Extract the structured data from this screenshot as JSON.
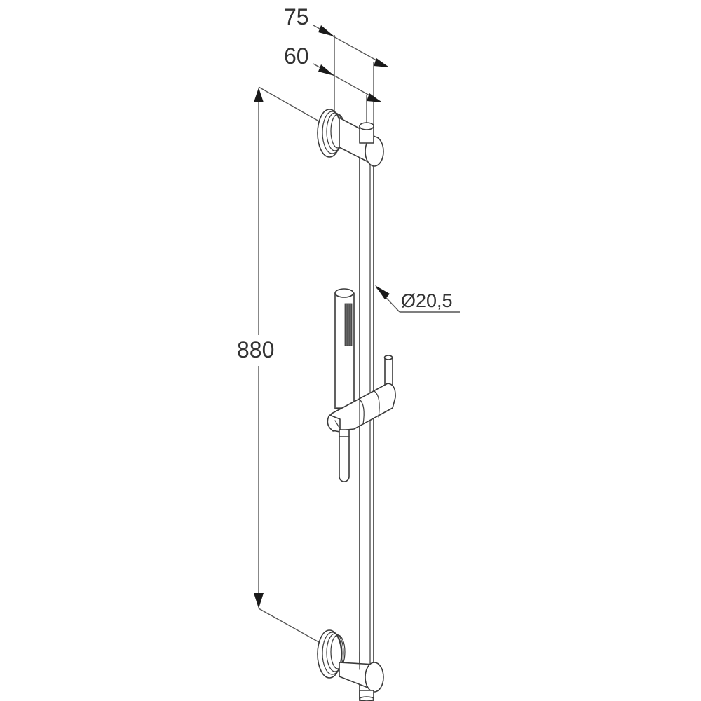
{
  "drawing": {
    "title": "Shower rail set - dimension drawing",
    "colors": {
      "line": "#3a3a3a",
      "dimension": "#555555",
      "arrow": "#1a1a1a",
      "text": "#333333",
      "background": "#ffffff"
    },
    "dimensions": {
      "depth_outer": "75",
      "depth_inner": "60",
      "rail_length": "880",
      "rail_diameter": "Ø20,5"
    },
    "parts": [
      "top-wall-bracket",
      "rail",
      "hand-shower",
      "slider-holder",
      "shower-hose",
      "bottom-wall-bracket"
    ]
  }
}
